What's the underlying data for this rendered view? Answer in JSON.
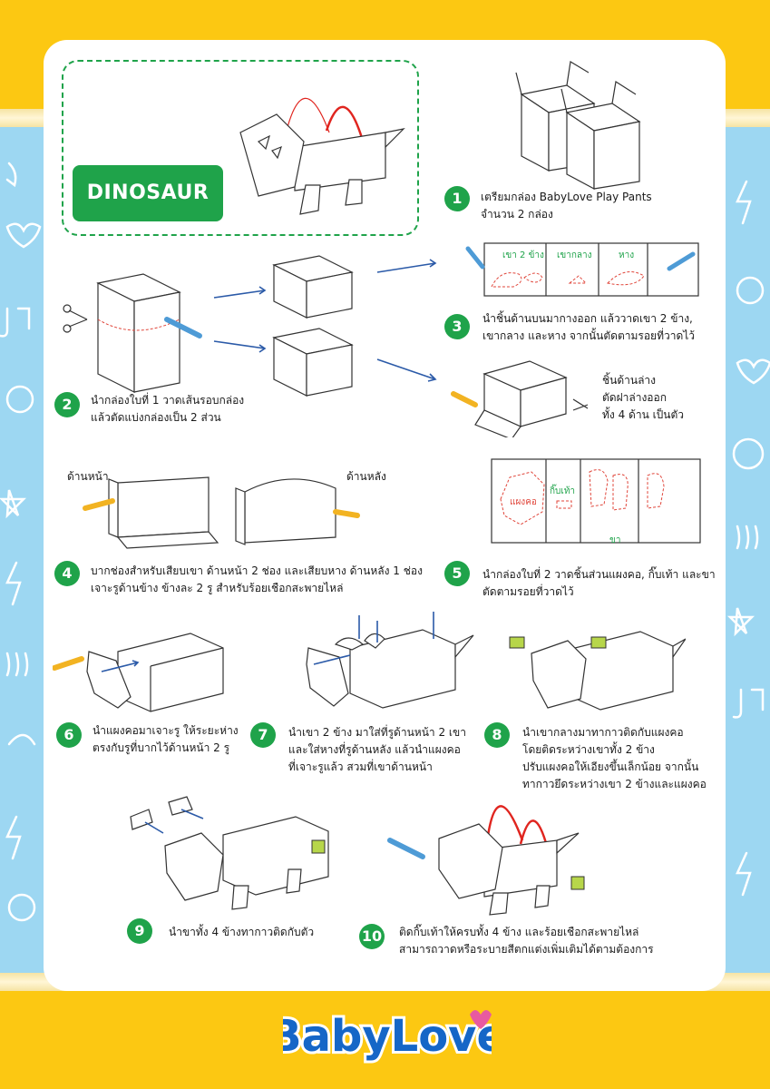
{
  "title": "DINOSAUR",
  "brand": "BabyLove",
  "colors": {
    "green": "#1fa34a",
    "yellow": "#fcc812",
    "blue": "#9dd7f2",
    "red": "#e0453a"
  },
  "labels": {
    "front": "ด้านหน้า",
    "back": "ด้านหลัง",
    "horn2": "เขา 2 ข้าง",
    "horn_mid": "เขากลาง",
    "tail": "หาง",
    "frill": "แผงคอ",
    "shoe_clip": "กิ๊บเท้า",
    "leg": "ขา"
  },
  "step1": {
    "num": "1",
    "lines": [
      "เตรียมกล่อง BabyLove Play Pants",
      "จำนวน 2 กล่อง"
    ]
  },
  "step2": {
    "num": "2",
    "lines": [
      "นำกล่องใบที่ 1 วาดเส้นรอบกล่อง",
      "แล้วตัดแบ่งกล่องเป็น 2 ส่วน"
    ]
  },
  "step3": {
    "num": "3",
    "lines": [
      "นำชิ้นด้านบนมากางออก แล้ววาดเขา 2 ข้าง,",
      "เขากลาง และหาง จากนั้นตัดตามรอยที่วาดไว้"
    ]
  },
  "step3b": {
    "lines": [
      "ชิ้นด้านล่าง",
      "ตัดฝาล่างออก",
      "ทั้ง 4 ด้าน เป็นตัว"
    ]
  },
  "step4": {
    "num": "4",
    "lines": [
      "บากช่องสำหรับเสียบเขา ด้านหน้า 2 ช่อง และเสียบหาง ด้านหลัง 1 ช่อง",
      "เจาะรูด้านข้าง ข้างละ 2 รู สำหรับร้อยเชือกสะพายไหล่"
    ]
  },
  "step5": {
    "num": "5",
    "lines": [
      "นำกล่องใบที่ 2 วาดชิ้นส่วนแผงคอ, กิ๊บเท้า และขา",
      "ตัดตามรอยที่วาดไว้"
    ]
  },
  "step6": {
    "num": "6",
    "lines": [
      "นำแผงคอมาเจาะรู ให้ระยะห่าง",
      "ตรงกับรูที่บากไว้ด้านหน้า 2 รู"
    ]
  },
  "step7": {
    "num": "7",
    "lines": [
      "นำเขา 2 ข้าง มาใส่ที่รูด้านหน้า 2 เขา",
      "และใส่หางที่รูด้านหลัง แล้วนำแผงคอ",
      "ที่เจาะรูแล้ว สวมที่เขาด้านหน้า"
    ]
  },
  "step8": {
    "num": "8",
    "lines": [
      "นำเขากลางมาทากาวติดกับแผงคอ",
      "โดยติดระหว่างเขาทั้ง 2 ข้าง",
      "ปรับแผงคอให้เอียงขึ้นเล็กน้อย จากนั้น",
      "ทากาวยึดระหว่างเขา 2 ข้างและแผงคอ"
    ]
  },
  "step9": {
    "num": "9",
    "lines": [
      "นำขาทั้ง 4 ข้างทากาวติดกับตัว"
    ]
  },
  "step10": {
    "num": "10",
    "lines": [
      "ติดกิ๊บเท้าให้ครบทั้ง 4 ข้าง และร้อยเชือกสะพายไหล่",
      "สามารถวาดหรือระบายสีตกแต่งเพิ่มเติมได้ตามต้องการ"
    ]
  }
}
